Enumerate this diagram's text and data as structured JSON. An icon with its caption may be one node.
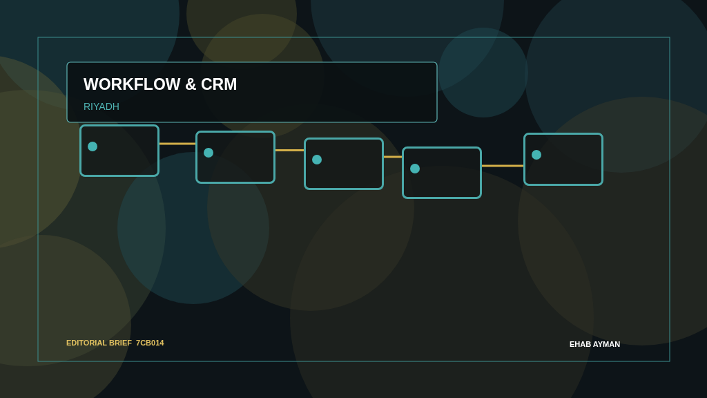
{
  "diagram": {
    "title": "WORKFLOW & CRM",
    "nodes": [
      {
        "text": [],
        "shape": "box"
      },
      {
        "text": [],
        "shape": "box"
      },
      {
        "text": [],
        "shape": "box"
      },
      {
        "text": [],
        "shape": "box"
      },
      {
        "text": [],
        "shape": "box"
      }
    ],
    "edges": [
      {
        "from": 0,
        "to": 1,
        "arrow": "none"
      },
      {
        "from": 1,
        "to": 2,
        "arrow": "none"
      },
      {
        "from": 2,
        "to": 3,
        "arrow": "none"
      },
      {
        "from": 3,
        "to": 4,
        "arrow": "none"
      }
    ],
    "labels": [
      "RIYADH",
      "EDITORIAL BRIEF  7CB014",
      "EHAB AYMAN"
    ]
  }
}
